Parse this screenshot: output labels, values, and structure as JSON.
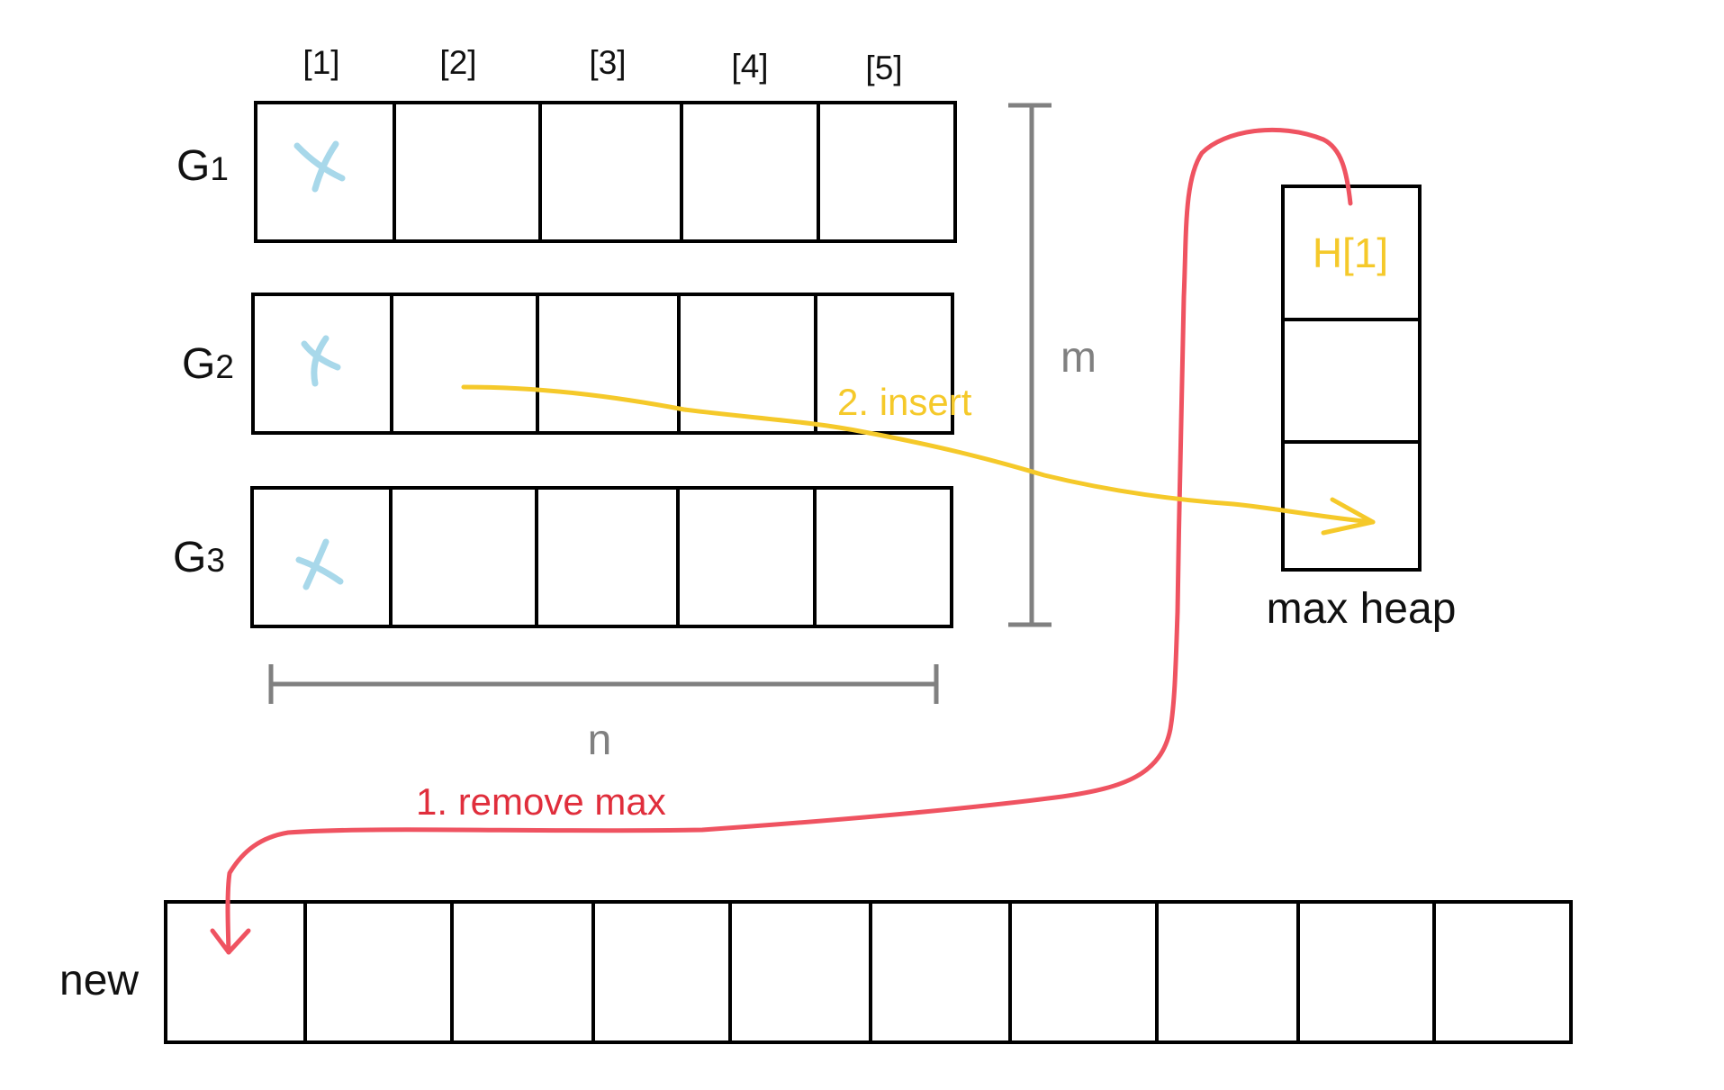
{
  "index_labels": [
    "[1]",
    "[2]",
    "[3]",
    "[4]",
    "[5]"
  ],
  "groups": [
    {
      "letter": "G",
      "subscript": "1"
    },
    {
      "letter": "G",
      "subscript": "2"
    },
    {
      "letter": "G",
      "subscript": "3"
    }
  ],
  "dimension_labels": {
    "rows": "m",
    "cols": "n"
  },
  "heap": {
    "top_label": "H[1]",
    "caption": "max heap"
  },
  "new_array": {
    "label": "new",
    "cells": 10
  },
  "steps": {
    "remove": "1. remove max",
    "insert": "2. insert"
  },
  "colors": {
    "remove": "#ef5361",
    "insert": "#f5c92a",
    "cross": "#a8d8ea",
    "dimension": "#808080",
    "grid": "#000000"
  }
}
